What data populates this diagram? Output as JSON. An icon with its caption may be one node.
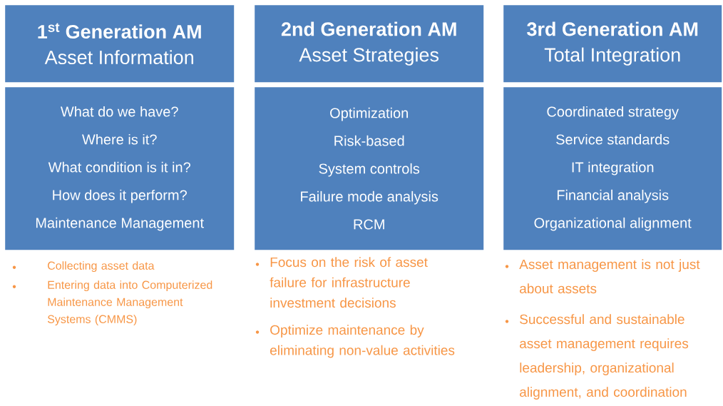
{
  "diagram": {
    "nodes": [
      {
        "text": [
          "1$^{st}$ Generation AM",
          "Asset Information"
        ]
      },
      {
        "text": [
          "What do we have?",
          "Where is it?",
          "What condition is it in?",
          "How does it perform?",
          "Maintenance Management"
        ]
      },
      {
        "text": [
          "2nd Generation AM",
          "Asset Strategies"
        ]
      },
      {
        "text": [
          "Optimization",
          "Risk-based",
          "System controls",
          "Failure mode analysis",
          "RCM"
        ]
      },
      {
        "text": [
          "3rd Generation AM",
          "Total Integration"
        ]
      },
      {
        "text": [
          "Coordinated strategy",
          "Service standards",
          "IT integration",
          "Financial analysis",
          "Organizational alignment"
        ]
      }
    ],
    "labels": [
      "Collecting asset data",
      "Entering data into Computerized Maintenance Management Systems (CMMS)",
      "Focus on the risk of asset failure for infrastructure investment decisions",
      "Optimize maintenance by eliminating non-value activities",
      "Asset management is not just about assets",
      "Successful and sustainable asset management requires leadership, organizational alignment, and coordination"
    ]
  }
}
